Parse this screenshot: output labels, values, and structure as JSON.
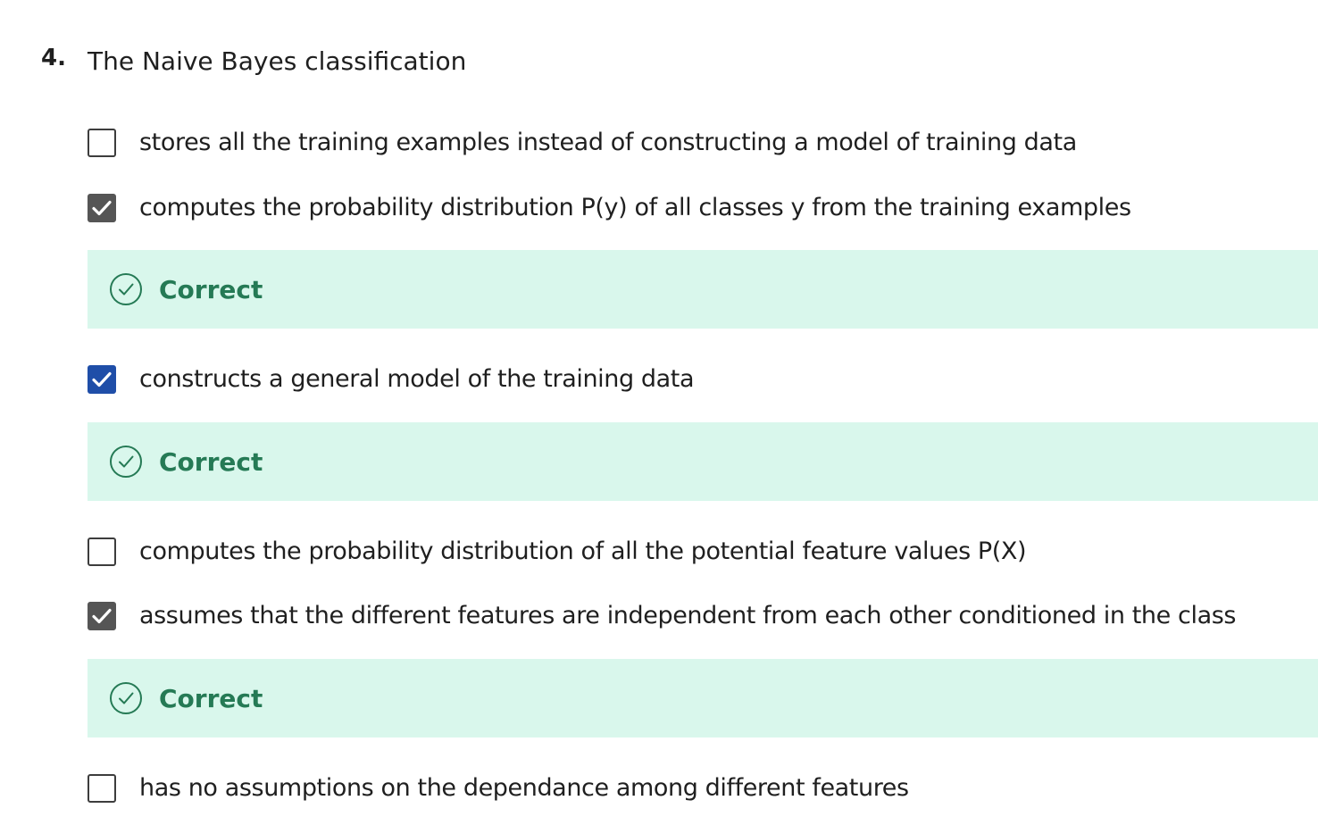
{
  "question": {
    "number": "4.",
    "text": "The Naive Bayes classification"
  },
  "options": [
    {
      "label": "stores all the training examples instead of constructing a model of training data",
      "checked": false
    },
    {
      "label": "computes the probability distribution P(y) of all classes y from the training examples",
      "checked": true,
      "feedback": "Correct"
    },
    {
      "label": "constructs a general model of the training data",
      "checked": true,
      "feedback": "Correct"
    },
    {
      "label": "computes the probability distribution of all the potential feature values P(X)",
      "checked": false
    },
    {
      "label": "assumes that the different features are independent from each other conditioned in the class",
      "checked": true,
      "feedback": "Correct"
    },
    {
      "label": "has no assumptions on the dependance among different features",
      "checked": false
    }
  ],
  "icons": {
    "check": "checkmark-icon",
    "feedback": "check-circle-icon"
  },
  "colors": {
    "checked_box": "#555555",
    "focused_checked_box": "#1f4ea8",
    "feedback_bg": "#d9f7ec",
    "feedback_text": "#257a55"
  }
}
